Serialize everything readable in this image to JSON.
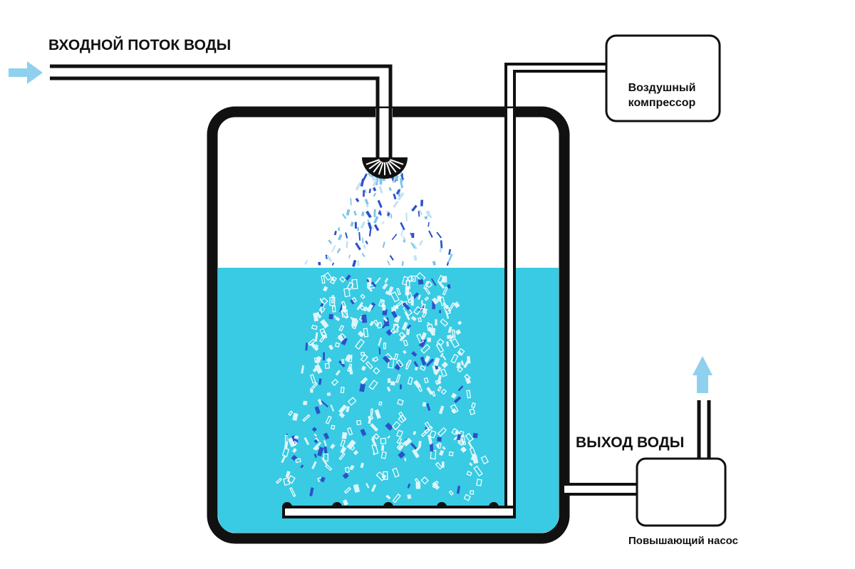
{
  "labels": {
    "inlet": "ВХОДНОЙ ПОТОК ВОДЫ",
    "outlet": "ВЫХОД ВОДЫ",
    "compressor_line1": "Воздушный",
    "compressor_line2": "компрессор",
    "pump": "Повышающий насос"
  },
  "colors": {
    "water": "#38cbe3",
    "arrow": "#8fd0ee",
    "outline": "#111111",
    "bubble_dark": "#2a52c9",
    "bubble_light": "#ffffff"
  },
  "icons": {
    "inlet_arrow": "arrow-right-icon",
    "outlet_arrow": "arrow-up-icon",
    "spray_nozzle": "shower-head-icon"
  }
}
